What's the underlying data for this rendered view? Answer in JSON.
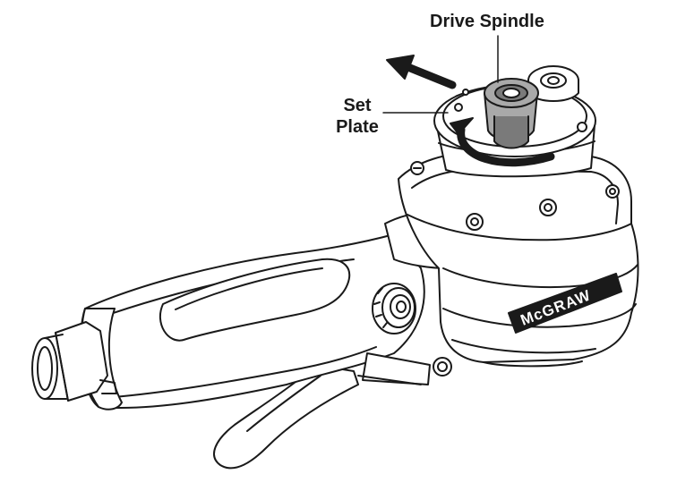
{
  "labels": {
    "drive_spindle": "Drive Spindle",
    "set_plate_line1": "Set",
    "set_plate_line2": "Plate"
  },
  "brand_text": "McGRAW",
  "colors": {
    "outline": "#1a1a1a",
    "fill": "#ffffff",
    "spindle_gray": "#a9a9a9",
    "spindle_dark": "#7a7a7a"
  }
}
